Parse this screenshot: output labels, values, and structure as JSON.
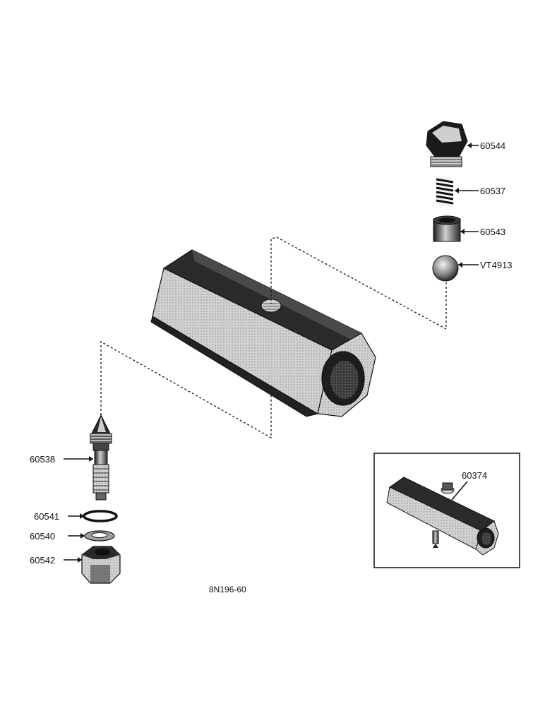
{
  "labels": {
    "plug": "60544",
    "spring": "60537",
    "sleeve": "60543",
    "ball": "VT4913",
    "needle": "60538",
    "oring": "60541",
    "washer": "60540",
    "nut": "60542",
    "inset_part": "60374"
  },
  "figure_code": "8N196-60",
  "colors": {
    "ink": "#111111",
    "metal_dark": "#2a2a2a",
    "metal_light": "#bdbdbd"
  }
}
